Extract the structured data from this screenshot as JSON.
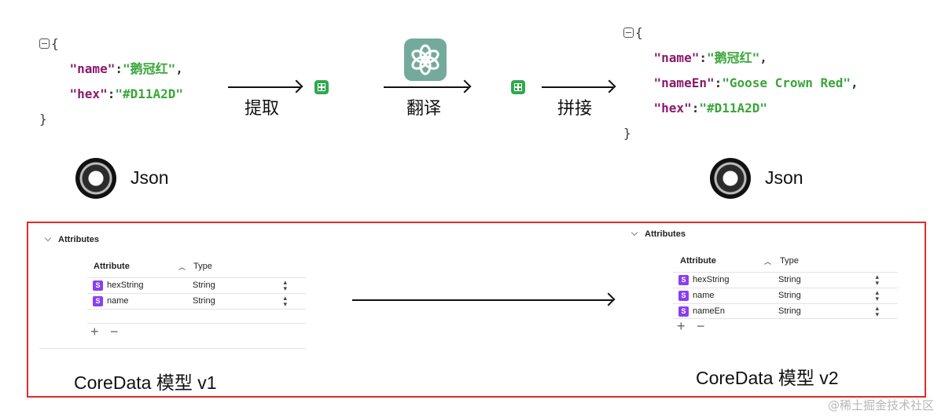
{
  "json_left": {
    "open": "{",
    "close": "}",
    "lines": [
      {
        "key": "\"name\"",
        "value": "\"鹅冠红\"",
        "trail": ","
      },
      {
        "key": "\"hex\"",
        "value": "\"#D11A2D\"",
        "trail": ""
      }
    ]
  },
  "json_right": {
    "open": "{",
    "close": "}",
    "lines": [
      {
        "key": "\"name\"",
        "value": "\"鹅冠红\"",
        "trail": ","
      },
      {
        "key": "\"nameEn\"",
        "value": "\"Goose Crown Red\"",
        "trail": ","
      },
      {
        "key": "\"hex\"",
        "value": "\"#D11A2D\"",
        "trail": ""
      }
    ]
  },
  "steps": {
    "extract": "提取",
    "translate": "翻译",
    "concat": "拼接"
  },
  "json_logo_label": "Json",
  "model_v1": {
    "section_title": "Attributes",
    "col_attribute": "Attribute",
    "col_type": "Type",
    "rows": [
      {
        "badge": "S",
        "name": "hexString",
        "type": "String"
      },
      {
        "badge": "S",
        "name": "name",
        "type": "String"
      }
    ],
    "add": "+",
    "remove": "−",
    "label": "CoreData 模型 v1"
  },
  "model_v2": {
    "section_title": "Attributes",
    "col_attribute": "Attribute",
    "col_type": "Type",
    "rows": [
      {
        "badge": "S",
        "name": "hexString",
        "type": "String"
      },
      {
        "badge": "S",
        "name": "name",
        "type": "String"
      },
      {
        "badge": "S",
        "name": "nameEn",
        "type": "String"
      }
    ],
    "add": "+",
    "remove": "−",
    "label": "CoreData 模型 v2"
  },
  "watermark": "@稀土掘金技术社区",
  "colors": {
    "key": "#8b1a6b",
    "string": "#3aa63a",
    "frame": "#e22a2a",
    "badge": "#8a3ff0",
    "gpt": "#74aa9c",
    "grid": "#2fa84f"
  }
}
